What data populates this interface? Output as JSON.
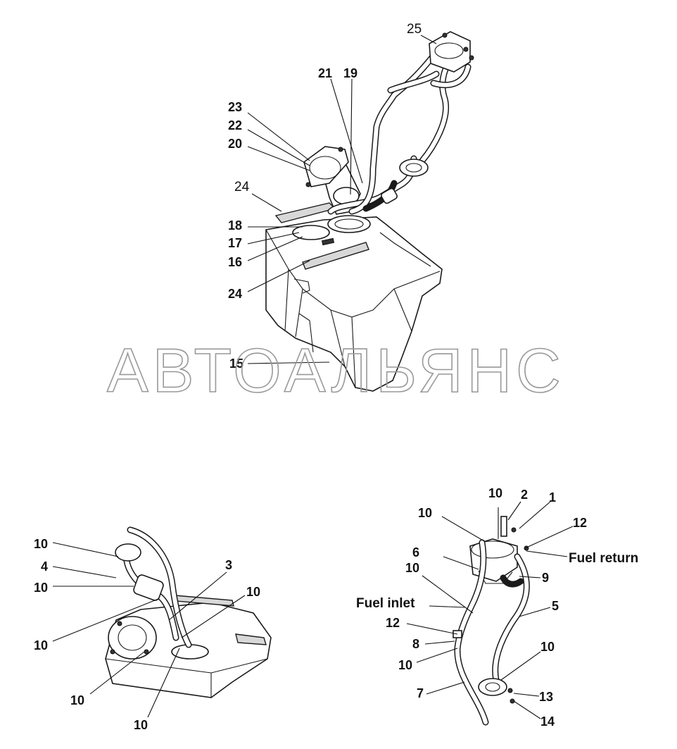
{
  "watermark": "АВТОАЛЬЯНС",
  "top_view": {
    "callouts": {
      "c25": "25",
      "c21": "21",
      "c19": "19",
      "c23": "23",
      "c22": "22",
      "c20": "20",
      "c24a": "24",
      "c18": "18",
      "c17": "17",
      "c16": "16",
      "c24b": "24",
      "c15": "15"
    }
  },
  "left_view": {
    "callouts": {
      "c10a": "10",
      "c4": "4",
      "c10b": "10",
      "c3": "3",
      "c10c": "10",
      "c10d": "10",
      "c10e": "10",
      "c10f": "10"
    }
  },
  "right_view": {
    "callouts": {
      "c10a": "10",
      "c2": "2",
      "c1": "1",
      "c10b": "10",
      "c12a": "12",
      "c6": "6",
      "c10c": "10",
      "c9": "9",
      "c5": "5",
      "c12b": "12",
      "c8": "8",
      "c10d": "10",
      "c10e": "10",
      "c7": "7",
      "c13": "13",
      "c14": "14"
    },
    "notes": {
      "fuel_return": "Fuel return",
      "fuel_inlet": "Fuel inlet"
    }
  }
}
